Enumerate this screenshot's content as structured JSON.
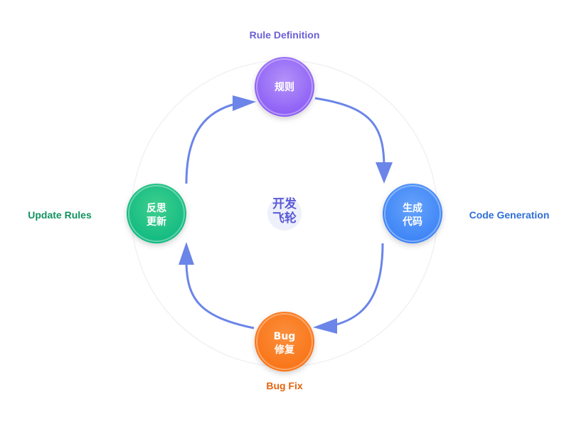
{
  "center": {
    "line1": "开发",
    "line2": "飞轮",
    "color": "#5b5bd6"
  },
  "arrow_color": "#6b85e8",
  "stages": [
    {
      "id": "rule-definition",
      "line1": "规则",
      "line2": "",
      "label": "Rule Definition",
      "color_light": "#b392f8",
      "color_dark": "#8b5cf6",
      "label_color": "#6b5fd6"
    },
    {
      "id": "code-generation",
      "line1": "生成",
      "line2": "代码",
      "label": "Code Generation",
      "color_light": "#66a3fb",
      "color_dark": "#3b82f6",
      "label_color": "#2f6fd6"
    },
    {
      "id": "bug-fix",
      "line1": "Bug",
      "line2": "修复",
      "label": "Bug Fix",
      "color_light": "#fb8f3c",
      "color_dark": "#f97316",
      "label_color": "#e2640f"
    },
    {
      "id": "update-rules",
      "line1": "反思",
      "line2": "更新",
      "label": "Update Rules",
      "color_light": "#3fcf8e",
      "color_dark": "#10b981",
      "label_color": "#12925f"
    }
  ]
}
